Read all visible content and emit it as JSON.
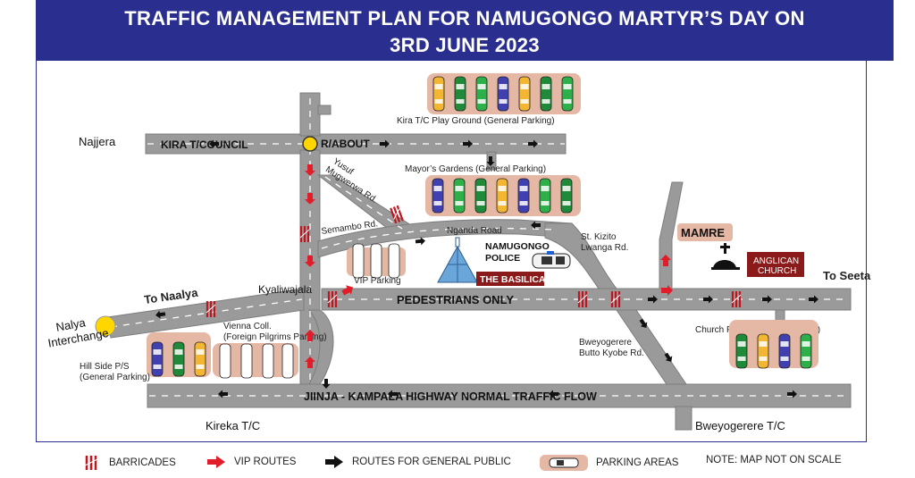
{
  "title": {
    "line1": "TRAFFIC MANAGEMENT PLAN FOR NAMUGONGO MARTYR’S DAY ON",
    "line2": "3RD JUNE 2023"
  },
  "roads": {
    "kira_council": "KIRA  T/COUNCIL",
    "r_about": "R/ABOUT",
    "pedestrians": "PEDESTRIANS ONLY",
    "highway": "JIINJA - KAMPALA HIGHWAY NORMAL TRAFFIC FLOW",
    "yusuf_1": "Yusuf",
    "yusuf_2": "Mugwerwa Rd.",
    "semambo": "Semambo Rd.",
    "nganda": "Nganda Road",
    "st_kizito_1": "St. Kizito",
    "st_kizito_2": "Lwanga Rd.",
    "bweyogerere_rd_1": "Bweyogerere",
    "bweyogerere_rd_2": "Butto Kyobe Rd."
  },
  "places": {
    "najjera": "Najjera",
    "to_naalya": "To Naalya",
    "nalya_1": "Nalya",
    "nalya_2": "Interchange",
    "kyaliwajala": "Kyaliwajala",
    "kireka": "Kireka T/C",
    "bweyogerere_tc": "Bweyogerere T/C",
    "to_seeta": "To Seeta",
    "mamre": "MAMRE",
    "anglican_1": "ANGLICAN",
    "anglican_2": "CHURCH",
    "police_1": "NAMUGONGO",
    "police_2": "POLICE",
    "basilica": "THE BASILICA"
  },
  "parking": {
    "kira_playground": "Kira T/C Play Ground (General Parking)",
    "mayors_gardens": "Mayor’s Gardens (General Parking)",
    "vip": "VIP Parking",
    "vienna_1": "Vienna Coll.",
    "vienna_2": "(Foreign Pilgrims Parking)",
    "hillside_1": "Hill Side P/S",
    "hillside_2": "(General Parking)",
    "church_farm": "Church Farm (General Parking)"
  },
  "legend": {
    "barricades": "BARRICADES",
    "vip_routes": "VIP ROUTES",
    "general_routes": "ROUTES FOR GENERAL PUBLIC",
    "parking_areas": "PARKING AREAS",
    "note": "NOTE: MAP NOT ON SCALE"
  },
  "colors": {
    "header_bg": "#2a2f8f",
    "road": "#9a9a9a",
    "road_center": "#ffffff",
    "vip_arrow": "#e11d2a",
    "general_arrow": "#111111",
    "parking_pad": "#e5b7a5",
    "roundabout": "#ffd600",
    "label_box": "#8b1a1a"
  }
}
